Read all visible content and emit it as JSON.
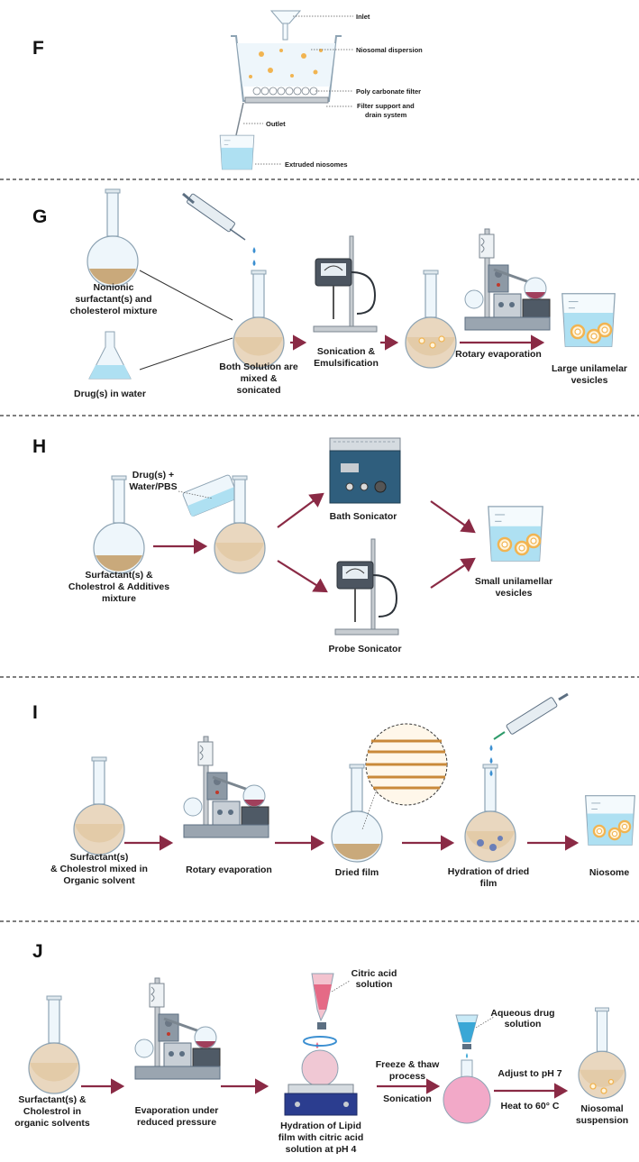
{
  "colors": {
    "arrow": "#8a2a45",
    "beige": "#c9a97b",
    "brown": "#8b6a3e",
    "water": "#aee0f2",
    "vesicle": "#f1b451",
    "pink": "#e7a4c1",
    "steel": "#5c6f82"
  },
  "sections": {
    "F": {
      "letter": "F",
      "labels": {
        "inlet": "Inlet",
        "dispersion": "Niosomal dispersion",
        "filter": "Poly carbonate filter",
        "support1": "Filter support and",
        "support2": "drain system",
        "outlet": "Outlet",
        "extruded": "Extruded niosomes"
      }
    },
    "G": {
      "letter": "G",
      "labels": {
        "surf1": "Nonionic",
        "surf2": "surfactant(s) and",
        "surf3": "cholesterol mixture",
        "drug": "Drug(s) in water",
        "mix1": "Both Solution are",
        "mix2": "mixed &",
        "mix3": "sonicated",
        "son1": "Sonication &",
        "son2": "Emulsification",
        "rot": "Rotary evaporation",
        "luv1": "Large unilamelar",
        "luv2": "vesicles"
      }
    },
    "H": {
      "letter": "H",
      "labels": {
        "drug1": "Drug(s) +",
        "drug2": "Water/PBS",
        "surf1": "Surfactant(s) &",
        "surf2": "Cholestrol & Additives",
        "surf3": "mixture",
        "bath": "Bath Sonicator",
        "probe": "Probe Sonicator",
        "suv1": "Small unilamellar",
        "suv2": "vesicles"
      }
    },
    "I": {
      "letter": "I",
      "labels": {
        "surf1": "Surfactant(s)",
        "surf2": "& Cholestrol mixed in",
        "surf3": "Organic solvent",
        "rot": "Rotary evaporation",
        "dried": "Dried film",
        "hyd1": "Hydration of  dried",
        "hyd2": "film",
        "nio": "Niosome"
      }
    },
    "J": {
      "letter": "J",
      "labels": {
        "surf1": "Surfactant(s) &",
        "surf2": "Cholestrol in",
        "surf3": "organic solvents",
        "evap1": "Evaporation under",
        "evap2": "reduced pressure",
        "citric1": "Citric acid",
        "citric2": "solution",
        "hyd1": "Hydration of Lipid",
        "hyd2": "film with citric acid",
        "hyd3": "solution at pH 4",
        "ft1": "Freeze & thaw",
        "ft2": "process",
        "sonic": "Sonication",
        "aq1": "Aqueous drug",
        "aq2": "solution",
        "ph": "Adjust to pH 7",
        "heat": "Heat to 60° C",
        "ns1": "Niosomal",
        "ns2": "suspension"
      }
    }
  }
}
